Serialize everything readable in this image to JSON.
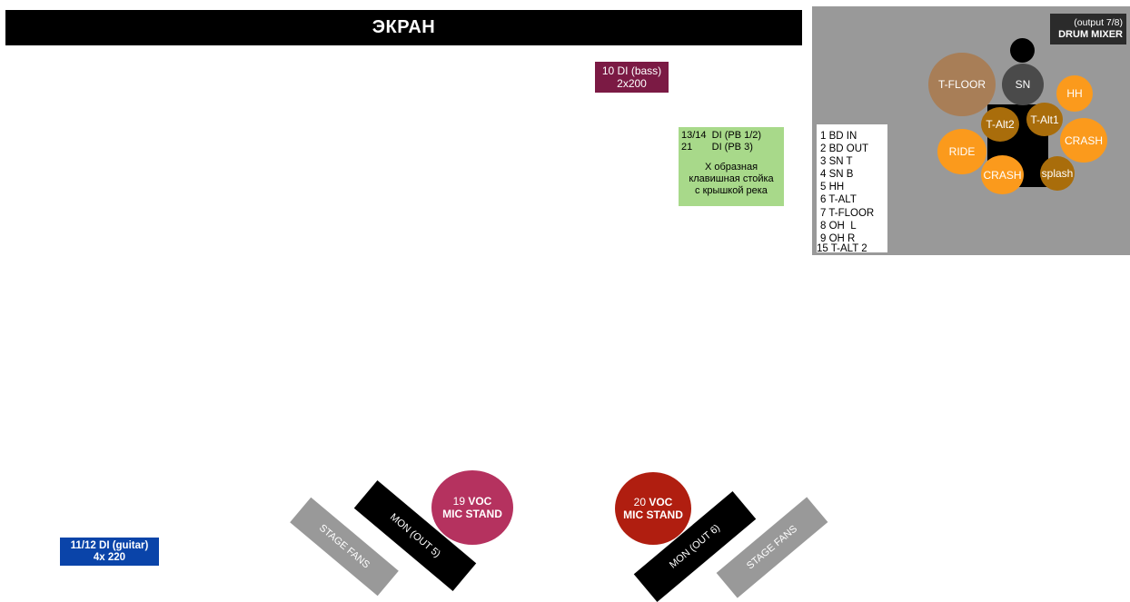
{
  "screen": {
    "label": "ЭКРАН"
  },
  "bass": {
    "line1": "10 DI (bass)",
    "line2": "2x200"
  },
  "keys": {
    "line1": "13/14  DI (PB 1/2)",
    "line2": "21       DI (PB 3)",
    "desc": "Х образная\nклавишная стойка\nс крышкой река"
  },
  "drum_mixer": {
    "line1": "(output 7/8)",
    "line2": "DRUM MIXER"
  },
  "drum_channels": [
    "1 BD IN",
    "2 BD OUT",
    "3 SN T",
    "4 SN B",
    "5 HH",
    "6 T-ALT",
    "7 T-FLOOR",
    "8 OH  L",
    "9 OH R",
    "15 T-ALT 2"
  ],
  "drums": {
    "t_floor": "T-FLOOR",
    "sn": "SN",
    "hh": "HH",
    "t_alt2": "T-Alt2",
    "t_alt1": "T-Alt1",
    "crash_right": "CRASH",
    "ride": "RIDE",
    "crash_bottom": "CRASH",
    "splash": "splash"
  },
  "guitar": {
    "line1": "11/12 DI (guitar)",
    "line2": "4x 220"
  },
  "stage_fans_left": "STAGE FANS",
  "mon_left": "MON (OUT 5)",
  "voc19": {
    "num": "19 ",
    "voc": "VOC",
    "line2": "MIC STAND"
  },
  "voc20": {
    "num": "20 ",
    "voc": "VOC",
    "line2": "MIC STAND"
  },
  "mon_right": "MON (OUT 6)",
  "stage_fans_right": "STAGE FANS",
  "colors": {
    "screen": "#000000",
    "bass_di": "#7b1a44",
    "keys": "#a8d98a",
    "drum_area": "#999999",
    "orange_cymbal": "#fb9a1c",
    "brown_tom": "#a96d0b",
    "floor_tom": "#a87e57",
    "snare": "#4a4a4a",
    "guitar_di": "#0a44a9",
    "voc19": "#b5325f",
    "voc20": "#b01e10",
    "stage_fans": "#999999",
    "monitor": "#000000"
  }
}
